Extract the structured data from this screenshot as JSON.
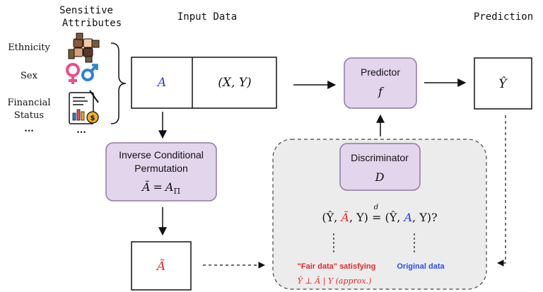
{
  "headers": {
    "sensitive_line1": "Sensitive",
    "sensitive_line2": "Attributes",
    "input": "Input Data",
    "prediction": "Prediction"
  },
  "attributes": [
    {
      "label": "Ethnicity",
      "icon": "hands-icon"
    },
    {
      "label": "Sex",
      "icon": "gender-symbols-icon"
    },
    {
      "label": "Financial",
      "label2": "Status",
      "icon": "financial-report-icon"
    },
    {
      "label": "...",
      "icon": "ellipsis"
    }
  ],
  "input_box": {
    "a": "A",
    "xy": "(X, Y)"
  },
  "predictor": {
    "title": "Predictor",
    "symbol": "f"
  },
  "output": {
    "symbol": "Ŷ"
  },
  "permutation": {
    "line1": "Inverse Conditional",
    "line2": "Permutation",
    "formula_lhs": "Ã",
    "formula_eq": "=",
    "formula_rhs": "A",
    "formula_sub": "Π"
  },
  "a_tilde_box": {
    "symbol": "Ã"
  },
  "discriminator": {
    "title": "Discriminator",
    "symbol": "D"
  },
  "equation": {
    "open": "(Ŷ, ",
    "fair": "Ã",
    "mid": ", Y) ",
    "eqd_top": "d",
    "eq": "=",
    "open2": " (Ŷ, ",
    "orig": "A",
    "close": ", Y)?"
  },
  "annotations": {
    "fair_label": "\"Fair data\" satisfying",
    "original_label": "Original data",
    "independence": "Ŷ ⊥ Ã | Y (approx.)"
  },
  "colors": {
    "purple_fill": "#e3d5ec",
    "purple_stroke": "#8e7aa3",
    "gray_fill": "#ececec",
    "red": "#e8262a",
    "blue": "#1f3fe0"
  }
}
